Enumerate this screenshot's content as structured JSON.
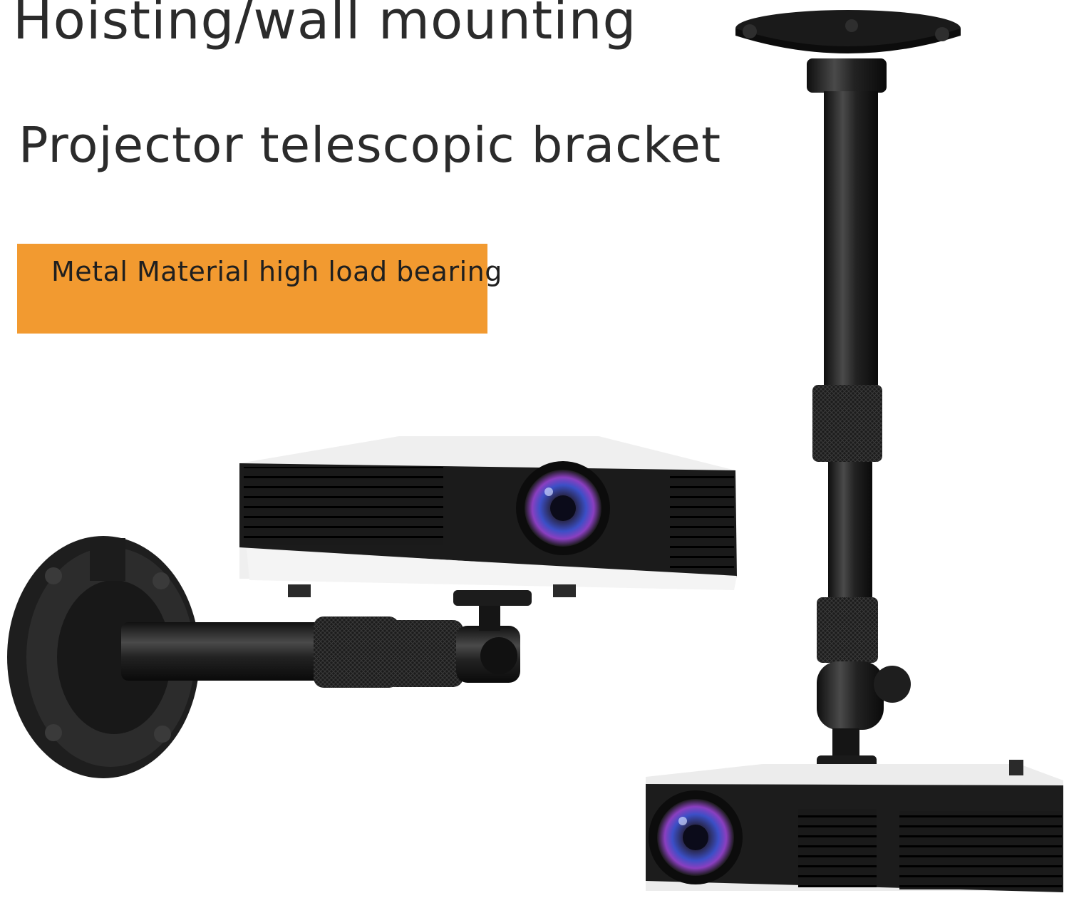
{
  "headline": {
    "line1": "Hoisting/wall mounting",
    "line2": "Projector telescopic bracket"
  },
  "badge": {
    "text": "Metal Material high load bearing",
    "color": "#f29a30"
  },
  "illustration": {
    "items": [
      "wall-mount-bracket",
      "ceiling-telescopic-bracket",
      "projector",
      "projector"
    ]
  }
}
